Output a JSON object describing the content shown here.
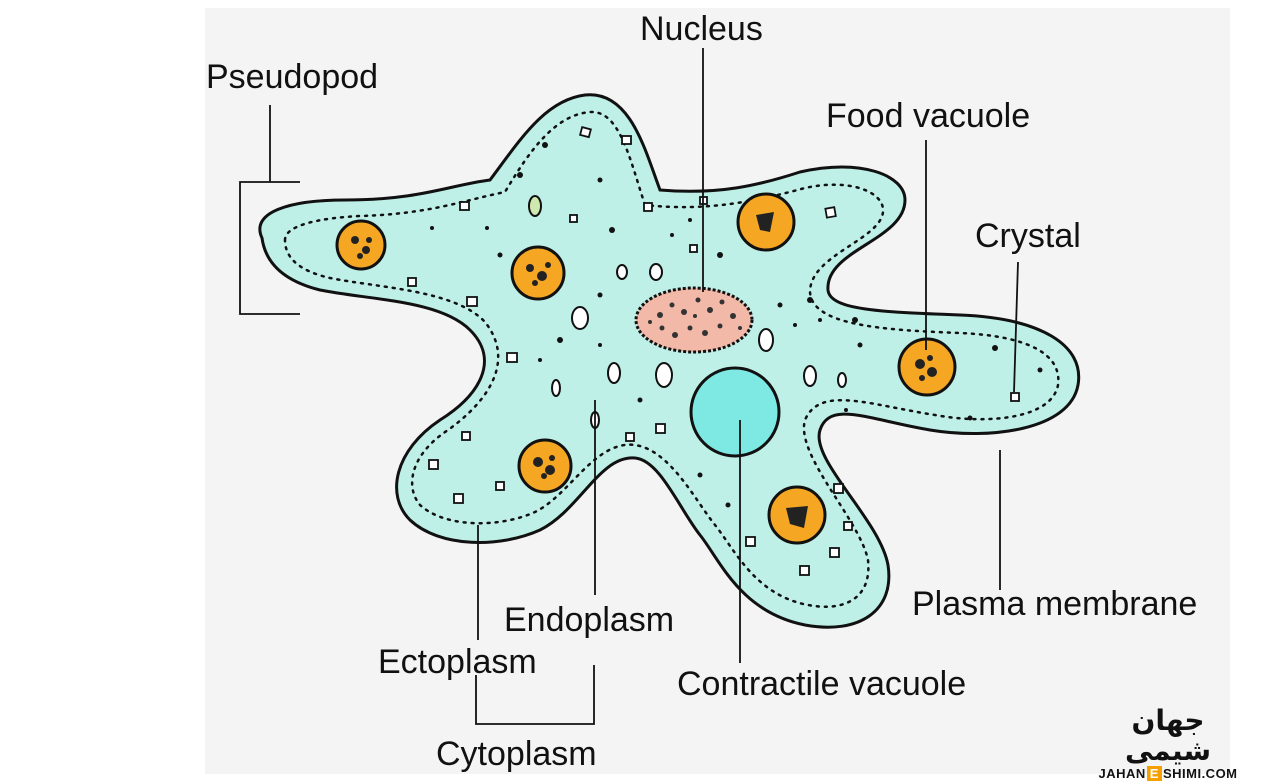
{
  "labels": {
    "nucleus": "Nucleus",
    "pseudopod": "Pseudopod",
    "food_vacuole": "Food vacuole",
    "crystal": "Crystal",
    "plasma_membrane": "Plasma membrane",
    "contractile_vacuole": "Contractile vacuole",
    "endoplasm": "Endoplasm",
    "ectoplasm": "Ectoplasm",
    "cytoplasm": "Cytoplasm"
  },
  "watermark": {
    "persian_text": "جهان شیمی",
    "latin_text_before": "JAHAN",
    "latin_text_highlight": "E",
    "latin_text_after": "SHIMI.COM"
  },
  "colors": {
    "cell_fill": "#bff0e8",
    "cell_outline": "#111111",
    "nucleus_fill": "#f2b8a8",
    "food_vacuole_fill": "#f5a623",
    "contractile_vacuole_fill": "#7ee8e2",
    "background_panel": "#f3f3f3",
    "logo_accent": "#f5a000"
  }
}
